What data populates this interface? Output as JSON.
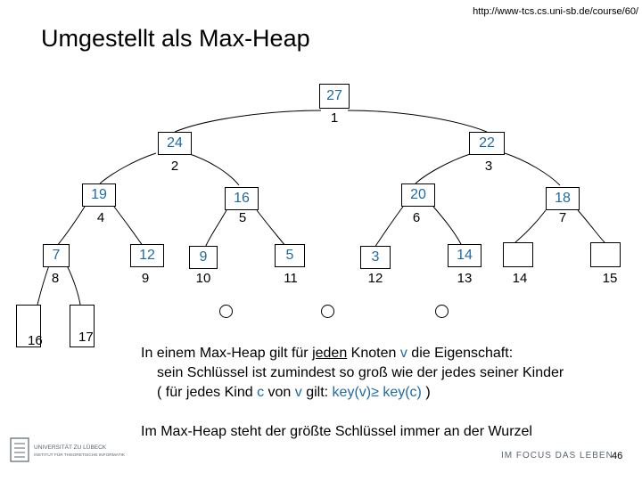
{
  "url": "http://www-tcs.cs.uni-sb.de/course/60/",
  "title": "Umgestellt als Max-Heap",
  "nodes": [
    {
      "key": "27",
      "index": "1"
    },
    {
      "key": "24",
      "index": "2"
    },
    {
      "key": "22",
      "index": "3"
    },
    {
      "key": "19",
      "index": "4"
    },
    {
      "key": "16",
      "index": "5"
    },
    {
      "key": "20",
      "index": "6"
    },
    {
      "key": "18",
      "index": "7"
    },
    {
      "key": "7",
      "index": "8"
    },
    {
      "key": "12",
      "index": "9"
    },
    {
      "key": "9",
      "index": "10"
    },
    {
      "key": "5",
      "index": "11"
    },
    {
      "key": "3",
      "index": "12"
    },
    {
      "key": "14",
      "index": "13"
    },
    {
      "key": "",
      "index": "14"
    },
    {
      "key": "",
      "index": "15"
    }
  ],
  "leaves": {
    "left_value": "16",
    "right_value": "17"
  },
  "text": {
    "line1_a": "In einem Max-Heap gilt für ",
    "line1_b": "jeden",
    "line1_c": " Knoten ",
    "line1_d": "v",
    "line1_e": " die Eigenschaft:",
    "line2": "sein Schlüssel ist zumindest so groß wie der jedes seiner Kinder",
    "line3_a": "( für jedes Kind ",
    "line3_b": "c",
    "line3_c": " von ",
    "line3_d": "v",
    "line3_e": " gilt: ",
    "line3_f": "key(v)≥ key(c)",
    "line3_g": " )",
    "line4": "Im Max-Heap steht der größte Schlüssel immer an der Wurzel"
  },
  "footer": {
    "university": "UNIVERSITÄT ZU LÜBECK",
    "institute": "INSTITUT FÜR THEORETISCHE INFORMATIK",
    "slogan": "IM FOCUS DAS LEBEN",
    "page": "46"
  },
  "colors": {
    "accent": "#1f6aa5"
  }
}
